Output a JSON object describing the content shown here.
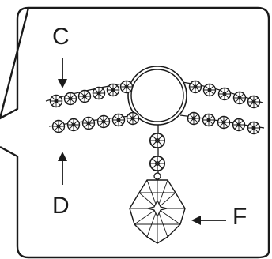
{
  "labels": {
    "c": "C",
    "d": "D",
    "f": "F"
  },
  "colors": {
    "stroke": "#1a1a1a",
    "background": "#ffffff"
  },
  "parts": {
    "bead_icon": "faceted-round-crystal-bead",
    "ring_icon": "jump-ring",
    "pendant_icon": "crystal-drop-pendant"
  }
}
